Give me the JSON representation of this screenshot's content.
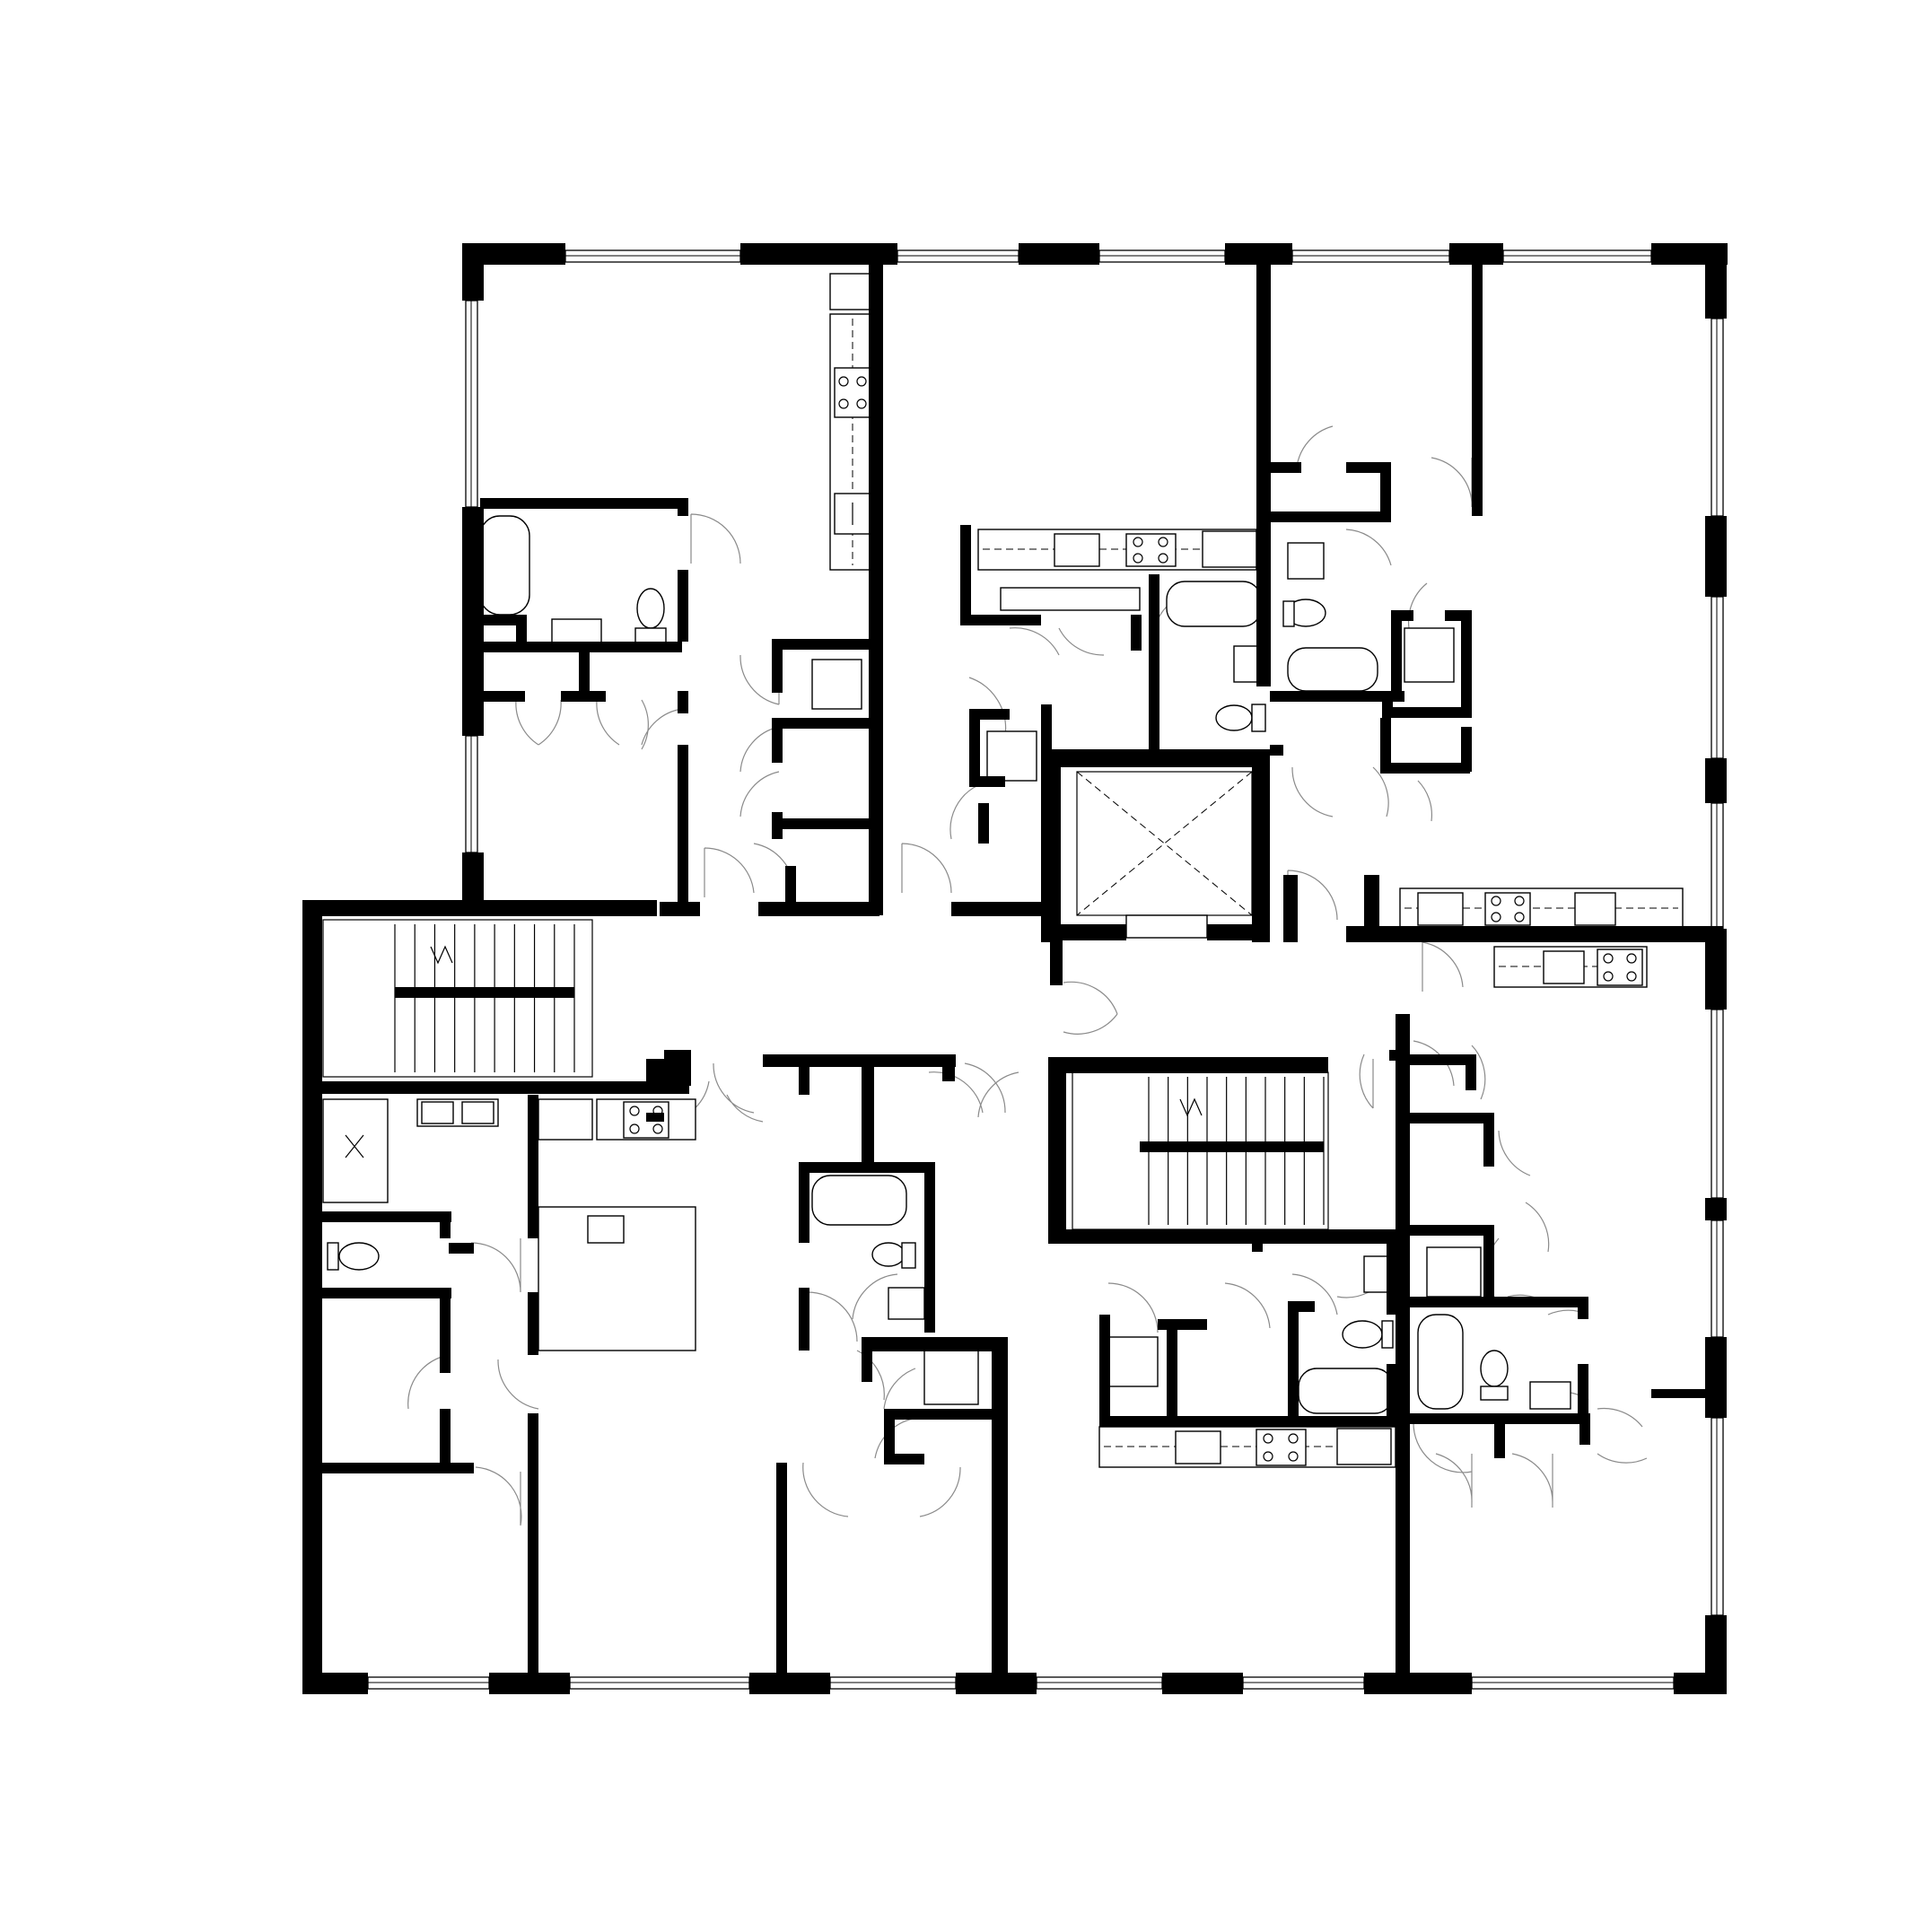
{
  "drawing": {
    "type": "architectural floor plan",
    "units": 5,
    "elevators": 1,
    "stairwells": 2,
    "background": "#ffffff",
    "line_color": "#000000",
    "door_swing_color": "#8a8a8a"
  },
  "text_labels": []
}
